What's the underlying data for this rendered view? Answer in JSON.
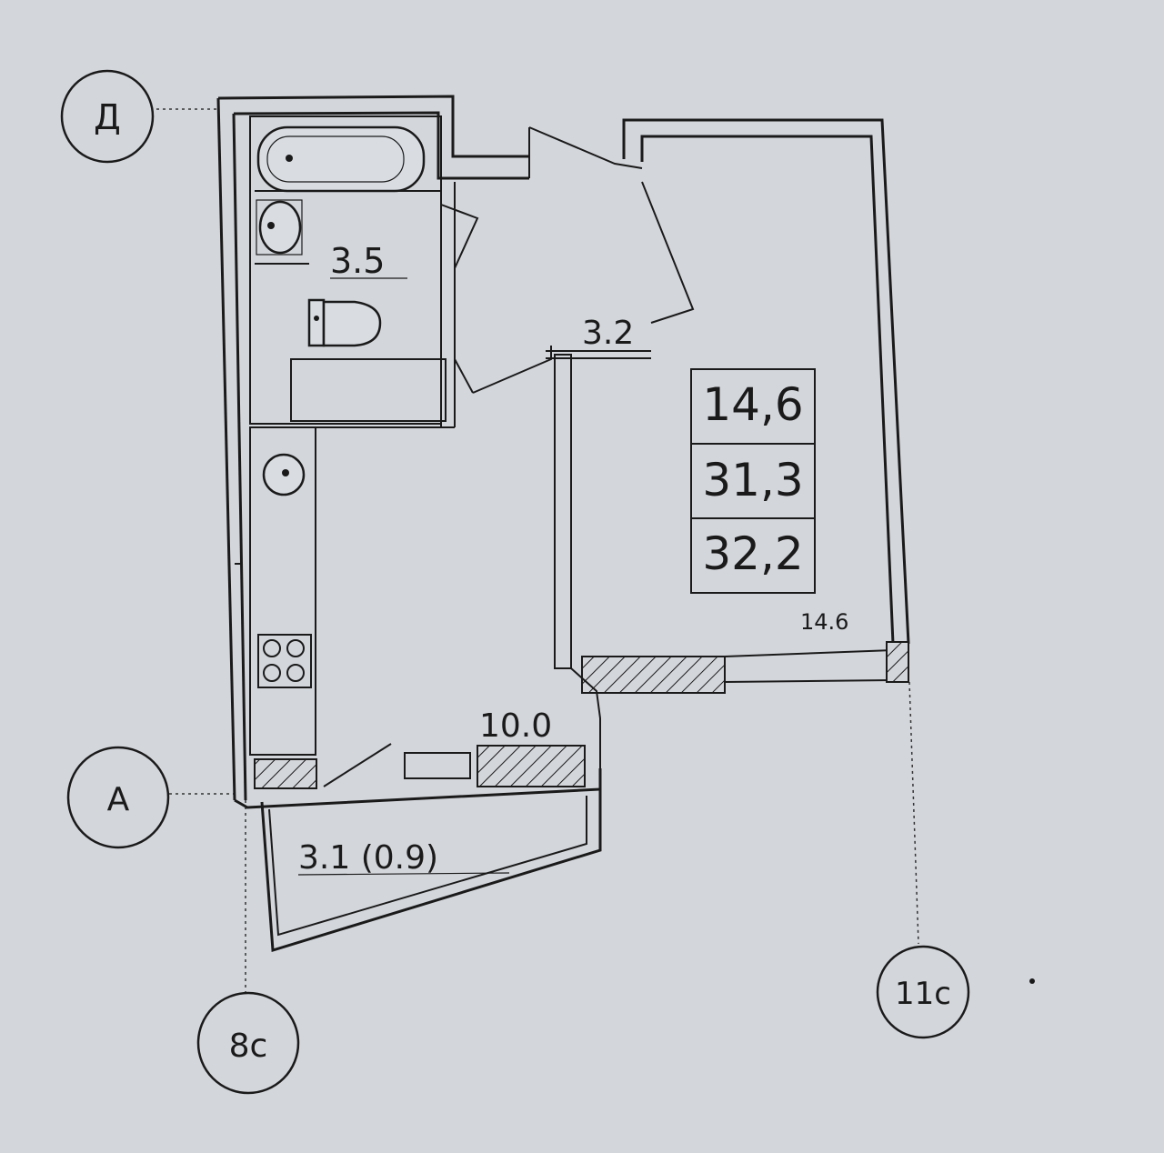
{
  "axes": {
    "top_left": "Д",
    "bottom_left": "А",
    "bottom_column_left": "8с",
    "bottom_column_right": "11с"
  },
  "rooms": {
    "bathroom_area": "3.5",
    "hall_area": "3.2",
    "kitchen_area": "10.0",
    "balcony_area": "3.1 (0.9)",
    "living_room_area": "14.6"
  },
  "summary": {
    "living_area": "14,6",
    "usable_area": "31,3",
    "total_area": "32,2"
  }
}
